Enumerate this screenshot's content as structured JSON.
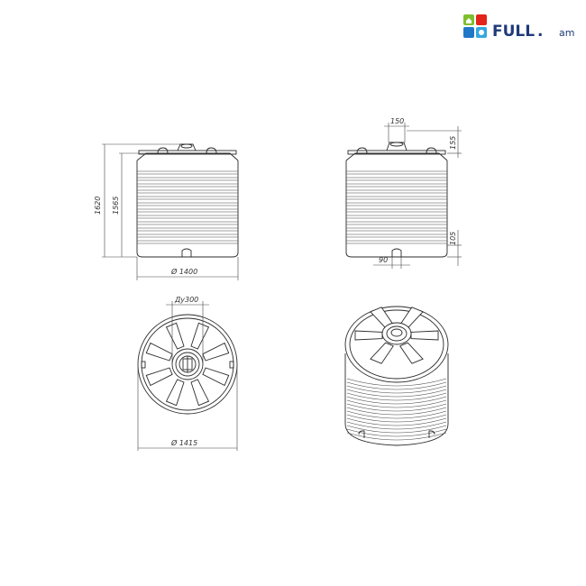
{
  "logo": {
    "main": "FULL",
    "dot": ".",
    "domain": "am",
    "colors": {
      "green": "#7fbf2f",
      "red": "#e2231a",
      "blue": "#1f78c8",
      "text": "#1f3a78"
    }
  },
  "front_view": {
    "height_total": "1620",
    "height_body": "1565",
    "diameter": "Ø 1400"
  },
  "side_view": {
    "hatch_width": "150",
    "hatch_height": "155",
    "outlet_height": "105",
    "outlet_offset": "90"
  },
  "top_view": {
    "hatch_diameter": "Ду300",
    "diameter": "Ø 1415"
  }
}
